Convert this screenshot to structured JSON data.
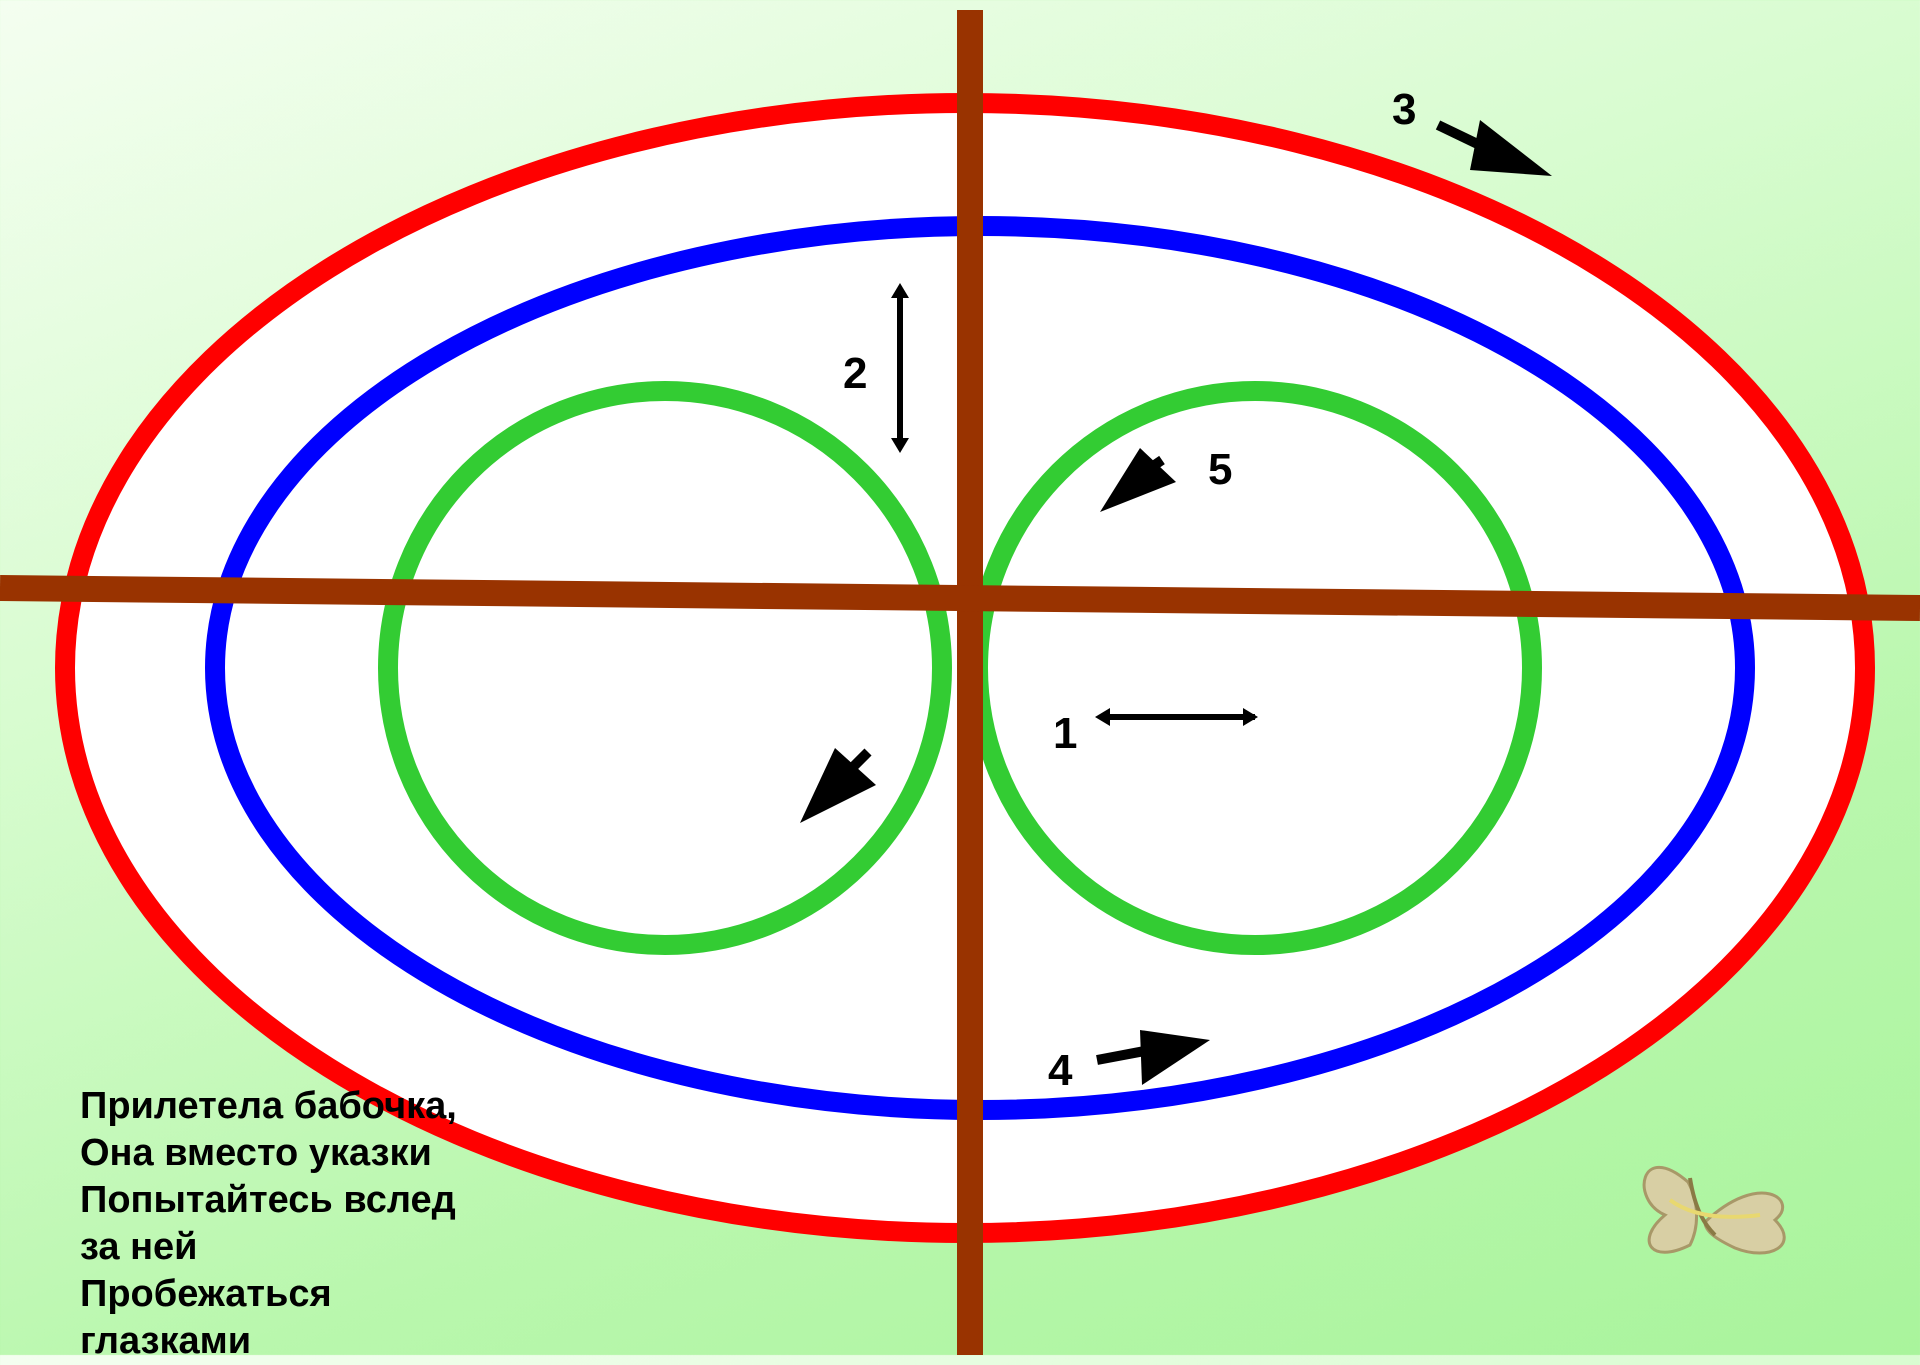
{
  "diagram": {
    "labels": {
      "one": "1",
      "two": "2",
      "three": "3",
      "four": "4",
      "five": "5"
    },
    "colors": {
      "outer_ellipse": "#ff0000",
      "inner_ellipse": "#0000ff",
      "circles": "#33cc33",
      "axes": "#993300",
      "fill": "#ffffff",
      "arrows": "#000000"
    }
  },
  "poem": {
    "lines": [
      "Прилетела бабочка,",
      "Она вместо указки",
      "Попытайтесь вслед",
      "за ней",
      "Пробежаться",
      "глазками"
    ]
  },
  "decoration": {
    "icon": "butterfly-icon"
  }
}
